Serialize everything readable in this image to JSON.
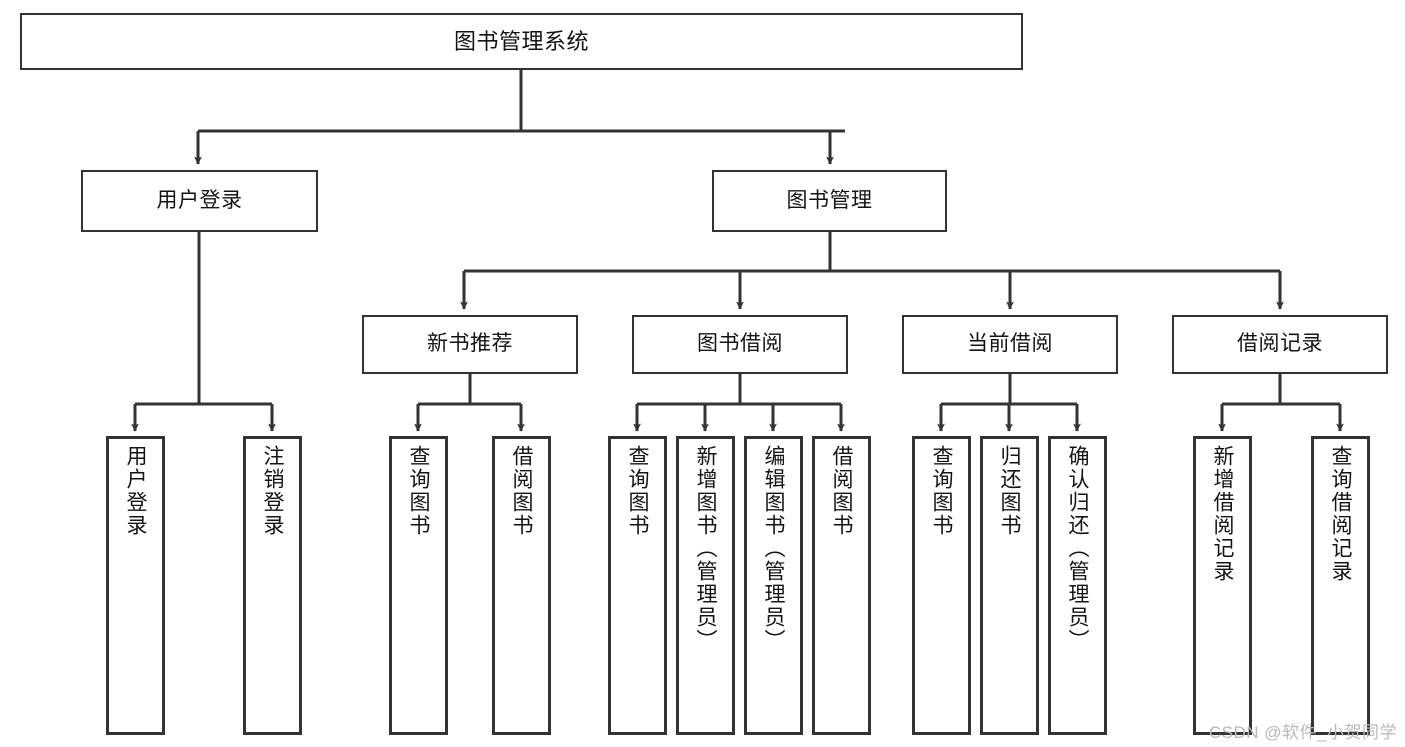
{
  "diagram": {
    "title": "图书管理系统",
    "type": "tree",
    "orientation": "top-down",
    "colors": {
      "box_border": "#333333",
      "box_fill": "#ffffff",
      "connector": "#333333",
      "text": "#141414",
      "watermark": "#b9b9b9"
    }
  },
  "watermark": {
    "text": "CSDN @软件_小贺同学"
  },
  "nodes": {
    "root": {
      "label": "图书管理系统"
    },
    "level2": [
      {
        "id": "user-login",
        "label": "用户登录"
      },
      {
        "id": "book-manage",
        "label": "图书管理"
      }
    ],
    "level3": [
      {
        "id": "new-book-recommend",
        "label": "新书推荐"
      },
      {
        "id": "book-borrow",
        "label": "图书借阅"
      },
      {
        "id": "current-borrow",
        "label": "当前借阅"
      },
      {
        "id": "borrow-record",
        "label": "借阅记录"
      }
    ],
    "leaves": [
      {
        "id": "leaf-user-login",
        "label": "用户登录",
        "parent": "user-login"
      },
      {
        "id": "leaf-logout-login",
        "label": "注销登录",
        "parent": "user-login"
      },
      {
        "id": "leaf-query-book-1",
        "label": "查询图书",
        "parent": "new-book-recommend"
      },
      {
        "id": "leaf-borrow-book-1",
        "label": "借阅图书",
        "parent": "new-book-recommend"
      },
      {
        "id": "leaf-query-book-2",
        "label": "查询图书",
        "parent": "book-borrow"
      },
      {
        "id": "leaf-add-book",
        "label": "新增图书（管理员）",
        "parent": "book-borrow"
      },
      {
        "id": "leaf-edit-book",
        "label": "编辑图书（管理员）",
        "parent": "book-borrow"
      },
      {
        "id": "leaf-borrow-book-2",
        "label": "借阅图书",
        "parent": "book-borrow"
      },
      {
        "id": "leaf-query-book-3",
        "label": "查询图书",
        "parent": "current-borrow"
      },
      {
        "id": "leaf-return-book",
        "label": "归还图书",
        "parent": "current-borrow"
      },
      {
        "id": "leaf-confirm-return",
        "label": "确认归还（管理员）",
        "parent": "current-borrow"
      },
      {
        "id": "leaf-add-record",
        "label": "新增借阅记录",
        "parent": "borrow-record"
      },
      {
        "id": "leaf-query-record",
        "label": "查询借阅记录",
        "parent": "borrow-record"
      }
    ]
  }
}
